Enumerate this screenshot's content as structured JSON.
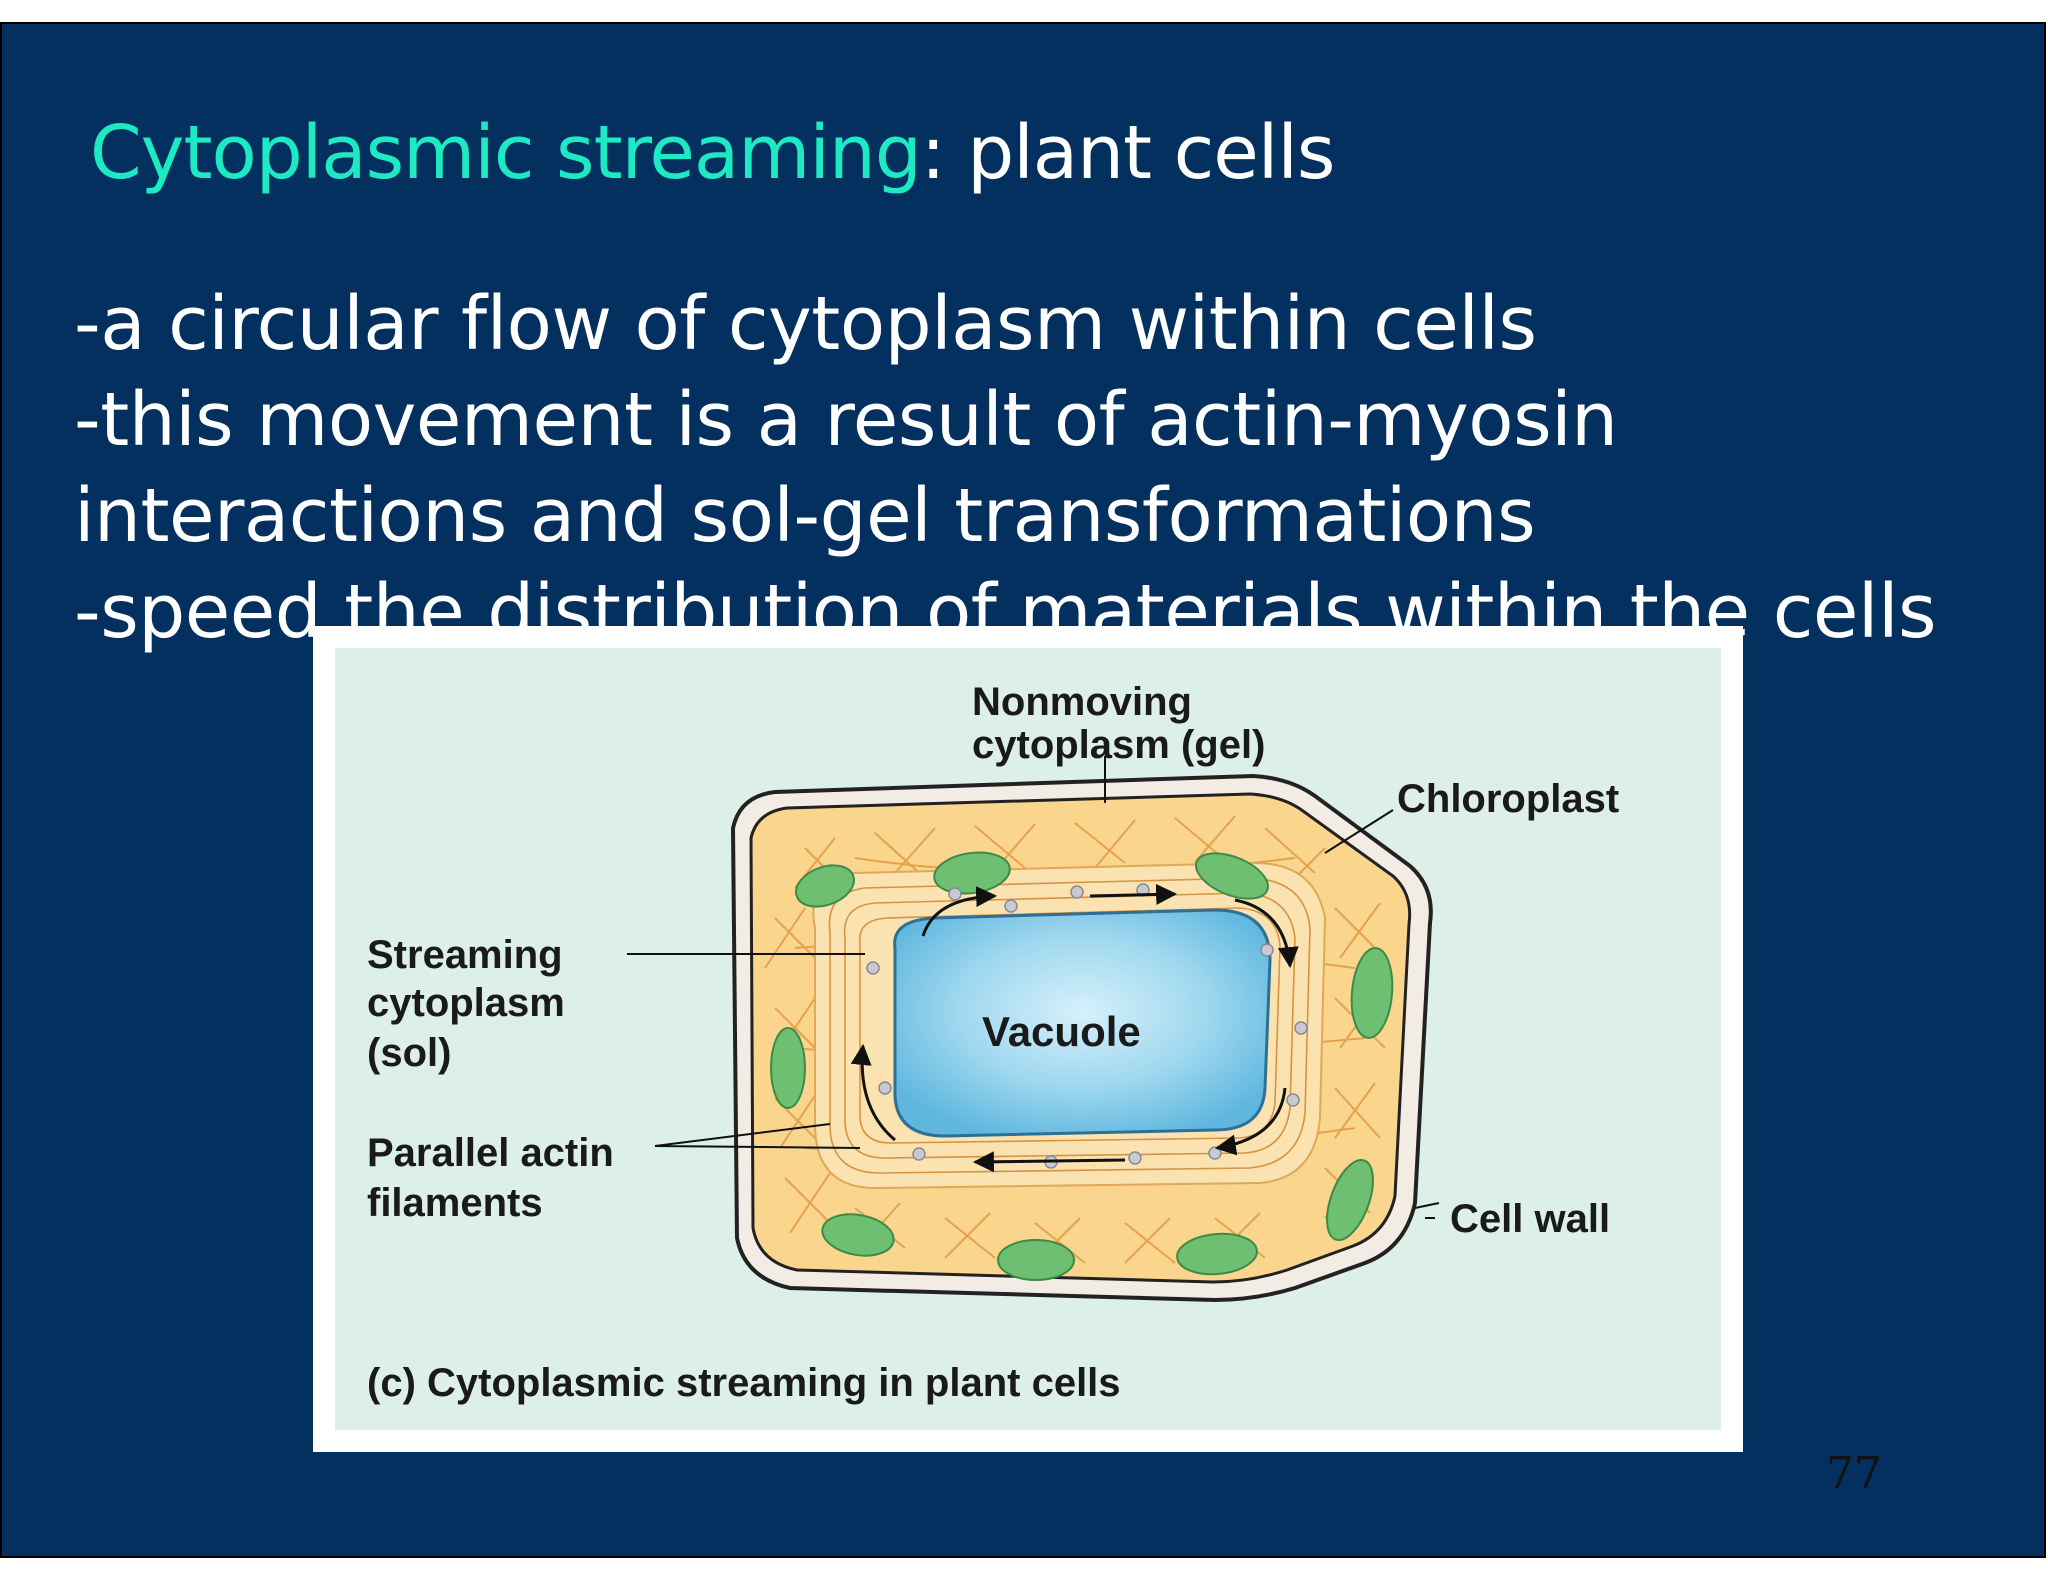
{
  "slide": {
    "title_accent": "Cytoplasmic streaming",
    "title_colon": ":",
    "title_rest": " plant cells",
    "bullets": [
      "-a circular flow of cytoplasm within cells",
      "-this movement is a result of actin-myosin",
      "interactions and sol-gel transformations",
      "-speed the distribution of materials within the cells"
    ],
    "page_number": "77"
  },
  "figure": {
    "labels": {
      "nonmoving_line1": "Nonmoving",
      "nonmoving_line2": "cytoplasm (gel)",
      "chloroplast": "Chloroplast",
      "streaming_line1": "Streaming",
      "streaming_line2": "cytoplasm",
      "streaming_line3": "(sol)",
      "parallel_line1": "Parallel actin",
      "parallel_line2": "filaments",
      "vacuole": "Vacuole",
      "cell_wall": "Cell wall",
      "caption": "(c) Cytoplasmic streaming in plant cells"
    }
  },
  "colors": {
    "slide_background": "#03305f",
    "title_accent": "#1de9c2",
    "text": "#ffffff",
    "panel_background": "#dcefe8",
    "cytoplasm": "#f9d58e",
    "chloroplast": "#6fbf73",
    "vacuole": "#7cc7e6",
    "actin_filaments": "#e7a14d"
  }
}
